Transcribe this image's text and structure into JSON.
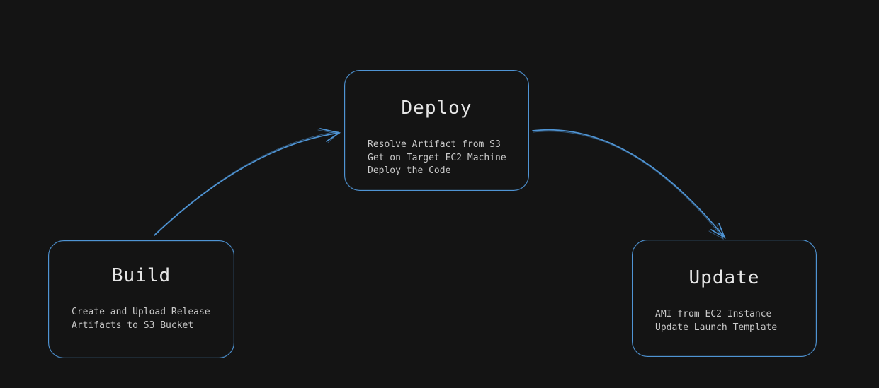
{
  "canvas": {
    "background_color": "#141414",
    "stroke_color": "#4f94d4",
    "title_color": "#e6e6e6",
    "body_text_color": "#c9c9c9"
  },
  "nodes": [
    {
      "id": "build",
      "title": "Build",
      "body_lines": [
        "Create and Upload Release",
        "Artifacts to S3 Bucket"
      ],
      "body_text": "Create and Upload Release\nArtifacts to S3 Bucket"
    },
    {
      "id": "deploy",
      "title": "Deploy",
      "body_lines": [
        "Resolve Artifact from S3",
        "Get on Target EC2 Machine",
        "Deploy the Code"
      ],
      "body_text": "Resolve Artifact from S3\nGet on Target EC2 Machine\nDeploy the Code"
    },
    {
      "id": "update",
      "title": "Update",
      "body_lines": [
        "AMI from EC2 Instance",
        "Update Launch Template"
      ],
      "body_text": "AMI from EC2 Instance\nUpdate Launch Template"
    }
  ],
  "edges": [
    {
      "from": "Build",
      "to": "Deploy"
    },
    {
      "from": "Deploy",
      "to": "Update"
    }
  ]
}
